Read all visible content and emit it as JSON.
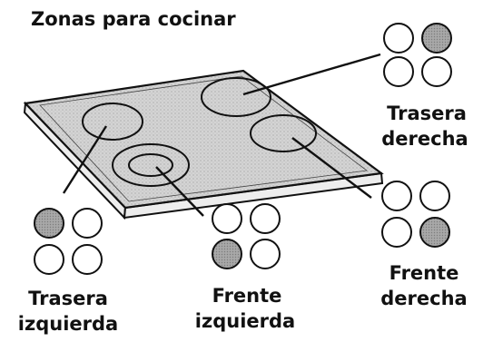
{
  "title": "Zonas para cocinar",
  "colors": {
    "outline": "#111111",
    "filled_burner": "#9c9c9c",
    "cooktop_surface": "#cfcfcf",
    "background": "#ffffff"
  },
  "zones": [
    {
      "id": "rear-right",
      "label_line1": "Trasera",
      "label_line2": "derecha",
      "active_position": "top-right"
    },
    {
      "id": "front-right",
      "label_line1": "Frente",
      "label_line2": "derecha",
      "active_position": "bottom-right"
    },
    {
      "id": "rear-left",
      "label_line1": "Trasera",
      "label_line2": "izquierda",
      "active_position": "top-left"
    },
    {
      "id": "front-left",
      "label_line1": "Frente",
      "label_line2": "izquierda",
      "active_position": "bottom-left"
    }
  ]
}
